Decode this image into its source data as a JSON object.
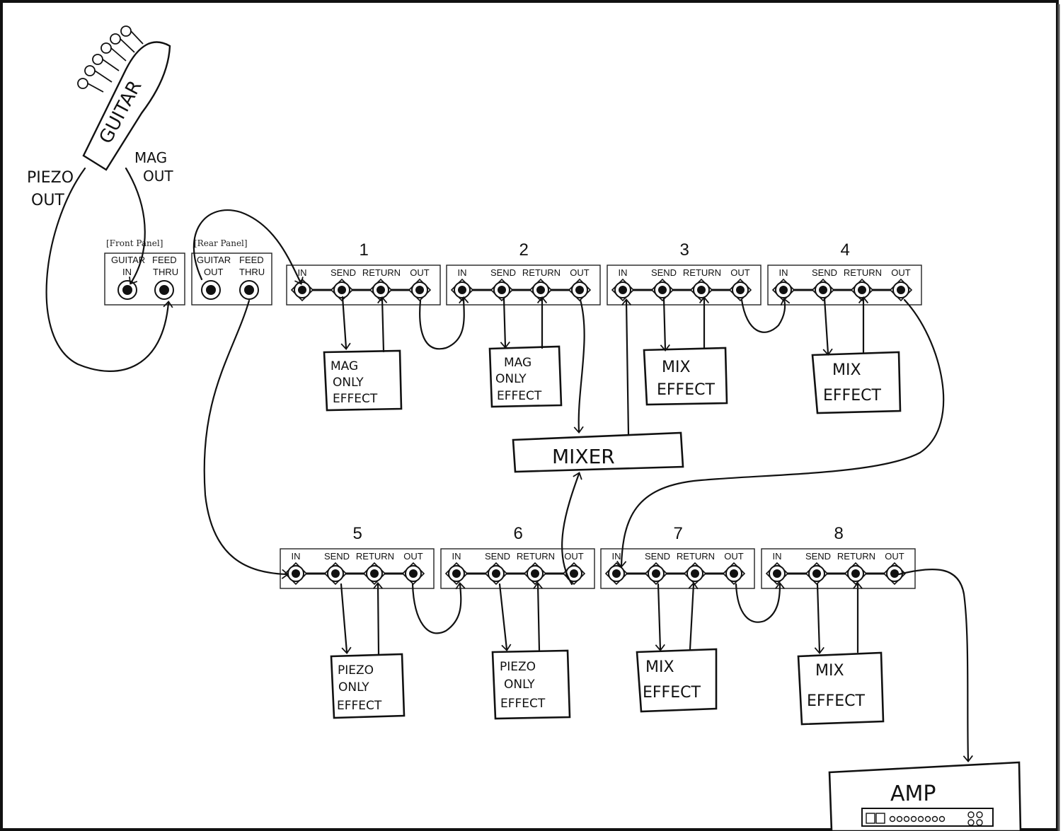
{
  "guitar": {
    "label": "GUITAR",
    "piezo_out": [
      "PIEZO",
      "OUT"
    ],
    "mag_out": [
      "MAG",
      "OUT"
    ]
  },
  "front_panel": {
    "title": "[Front Panel]",
    "jacks": [
      [
        "GUITAR",
        "IN"
      ],
      [
        "FEED",
        "THRU"
      ]
    ]
  },
  "rear_panel": {
    "title": "[Rear Panel]",
    "jacks": [
      [
        "GUITAR",
        "OUT"
      ],
      [
        "FEED",
        "THRU"
      ]
    ]
  },
  "loop_jack_labels": [
    "IN",
    "SEND",
    "RETURN",
    "OUT"
  ],
  "loops": [
    "1",
    "2",
    "3",
    "4",
    "5",
    "6",
    "7",
    "8"
  ],
  "effects": {
    "loop1": [
      "MAG",
      "ONLY",
      "EFFECT"
    ],
    "loop2": [
      "MAG",
      "ONLY",
      "EFFECT"
    ],
    "loop3": [
      "MIX",
      "EFFECT"
    ],
    "loop4": [
      "MIX",
      "EFFECT"
    ],
    "loop5": [
      "PIEZO",
      "ONLY",
      "EFFECT"
    ],
    "loop6": [
      "PIEZO",
      "ONLY",
      "EFFECT"
    ],
    "loop7": [
      "MIX",
      "EFFECT"
    ],
    "loop8": [
      "MIX",
      "EFFECT"
    ]
  },
  "mixer": {
    "label": "MIXER"
  },
  "amp": {
    "label": "AMP"
  }
}
